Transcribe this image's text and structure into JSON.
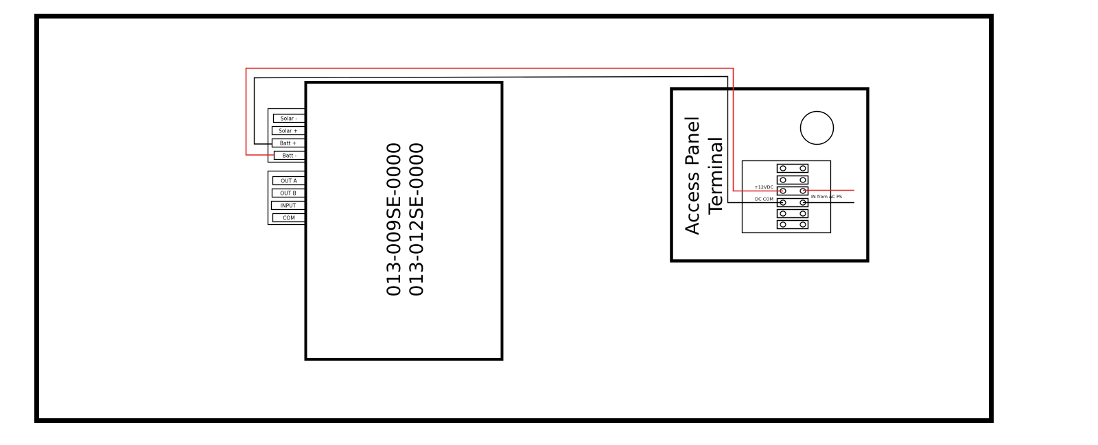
{
  "colors": {
    "line": "#000000",
    "positive_wire": "#e02020",
    "common_wire": "#000000",
    "background": "#ffffff"
  },
  "main_unit": {
    "model_line_1": "013-009SE-0000",
    "model_line_2": "013-012SE-0000"
  },
  "power_connector": {
    "pins": [
      "Solar -",
      "Solar +",
      "Batt +",
      "Batt -"
    ]
  },
  "io_connector": {
    "pins": [
      "OUT A",
      "OUT B",
      "INPUT",
      "COM"
    ]
  },
  "access_panel": {
    "title_line_1": "Access Panel",
    "title_line_2": "Terminal",
    "terminal_rows": 6,
    "labels": {
      "plus12": "+12VDC",
      "dc_com": "DC COM",
      "in_from": "IN from  AC PS"
    }
  },
  "wires": [
    {
      "name": "positive",
      "color": "red",
      "from": "Batt -",
      "to": "+12VDC"
    },
    {
      "name": "common",
      "color": "black",
      "from": "Batt +",
      "to": "DC COM"
    }
  ]
}
